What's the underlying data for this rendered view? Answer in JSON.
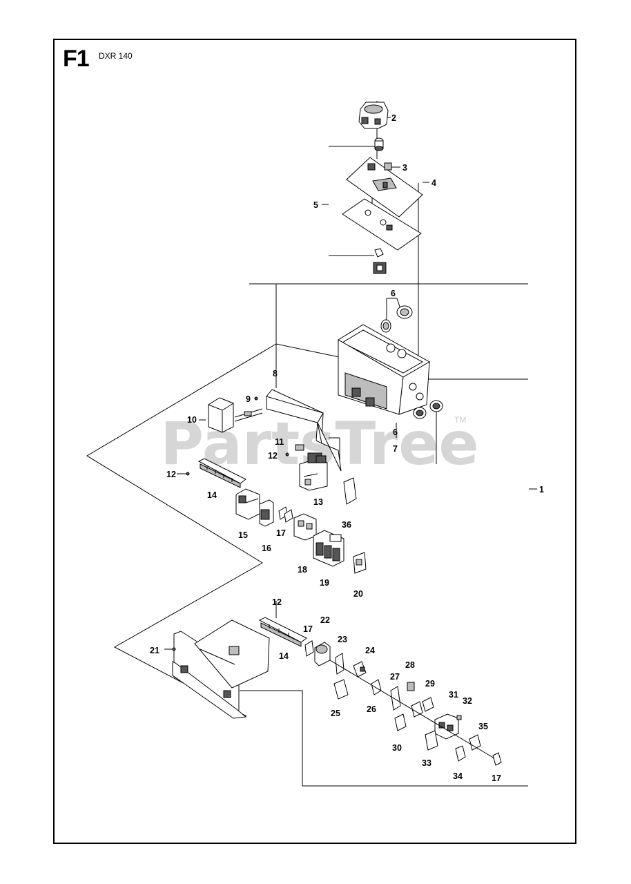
{
  "diagram": {
    "code": "F1",
    "model": "DXR 140",
    "watermark": "PartsTree",
    "trademark": "TM"
  },
  "callouts": [
    {
      "id": "c2",
      "text": "2"
    },
    {
      "id": "c3",
      "text": "3"
    },
    {
      "id": "c4",
      "text": "4"
    },
    {
      "id": "c5",
      "text": "5"
    },
    {
      "id": "c6a",
      "text": "6"
    },
    {
      "id": "c6b",
      "text": "6"
    },
    {
      "id": "c7",
      "text": "7"
    },
    {
      "id": "c8",
      "text": "8"
    },
    {
      "id": "c9",
      "text": "9"
    },
    {
      "id": "c10",
      "text": "10"
    },
    {
      "id": "c11",
      "text": "11"
    },
    {
      "id": "c12a",
      "text": "12"
    },
    {
      "id": "c12b",
      "text": "12"
    },
    {
      "id": "c12c",
      "text": "12"
    },
    {
      "id": "c13",
      "text": "13"
    },
    {
      "id": "c14a",
      "text": "14"
    },
    {
      "id": "c14b",
      "text": "14"
    },
    {
      "id": "c15",
      "text": "15"
    },
    {
      "id": "c16",
      "text": "16"
    },
    {
      "id": "c17a",
      "text": "17"
    },
    {
      "id": "c17b",
      "text": "17"
    },
    {
      "id": "c17c",
      "text": "17"
    },
    {
      "id": "c18",
      "text": "18"
    },
    {
      "id": "c19",
      "text": "19"
    },
    {
      "id": "c20",
      "text": "20"
    },
    {
      "id": "c21",
      "text": "21"
    },
    {
      "id": "c22",
      "text": "22"
    },
    {
      "id": "c23",
      "text": "23"
    },
    {
      "id": "c24",
      "text": "24"
    },
    {
      "id": "c25",
      "text": "25"
    },
    {
      "id": "c26",
      "text": "26"
    },
    {
      "id": "c27",
      "text": "27"
    },
    {
      "id": "c28",
      "text": "28"
    },
    {
      "id": "c29",
      "text": "29"
    },
    {
      "id": "c30",
      "text": "30"
    },
    {
      "id": "c31",
      "text": "31"
    },
    {
      "id": "c32",
      "text": "32"
    },
    {
      "id": "c33",
      "text": "33"
    },
    {
      "id": "c34",
      "text": "34"
    },
    {
      "id": "c35",
      "text": "35"
    },
    {
      "id": "c36",
      "text": "36"
    },
    {
      "id": "c1",
      "text": "1"
    }
  ]
}
